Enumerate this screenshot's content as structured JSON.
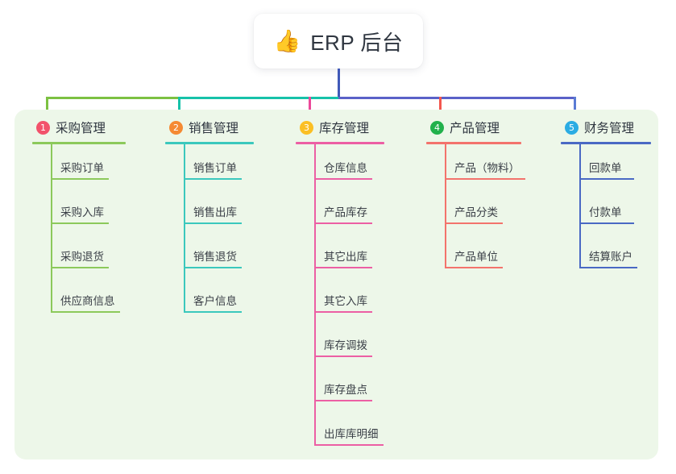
{
  "root": {
    "icon": "thumbs-up-icon",
    "icon_glyph": "👍",
    "title": "ERP 后台",
    "stem_color": "#4059b8"
  },
  "panel": {
    "background": "#EDF7E9"
  },
  "connector": {
    "segments": [
      {
        "name": "green-segment",
        "color": "#7CC142"
      },
      {
        "name": "teal-segment",
        "color": "#16C2A9"
      },
      {
        "name": "purple-segment",
        "color": "#5A61C8"
      }
    ]
  },
  "columns": [
    {
      "index": "1",
      "title": "采购管理",
      "badge_color": "#F2526B",
      "line_color": "#8CC95B",
      "drop_color": "#7CC142",
      "items": [
        "采购订单",
        "采购入库",
        "采购退货",
        "供应商信息"
      ]
    },
    {
      "index": "2",
      "title": "销售管理",
      "badge_color": "#F58A33",
      "line_color": "#3BC8BD",
      "drop_color": "#16C2A9",
      "items": [
        "销售订单",
        "销售出库",
        "销售退货",
        "客户信息"
      ]
    },
    {
      "index": "3",
      "title": "库存管理",
      "badge_color": "#FBBF24",
      "line_color": "#EC5FA4",
      "drop_color": "#EC4899",
      "items": [
        "仓库信息",
        "产品库存",
        "其它出库",
        "其它入库",
        "库存调拨",
        "库存盘点",
        "出库库明细"
      ]
    },
    {
      "index": "4",
      "title": "产品管理",
      "badge_color": "#22B14C",
      "line_color": "#F3736C",
      "drop_color": "#F3574E",
      "items": [
        "产品（物料）",
        "产品分类",
        "产品单位"
      ]
    },
    {
      "index": "5",
      "title": "财务管理",
      "badge_color": "#2BACE3",
      "line_color": "#4A69C4",
      "drop_color": "#5A7BD4",
      "items": [
        "回款单",
        "付款单",
        "结算账户"
      ]
    }
  ]
}
